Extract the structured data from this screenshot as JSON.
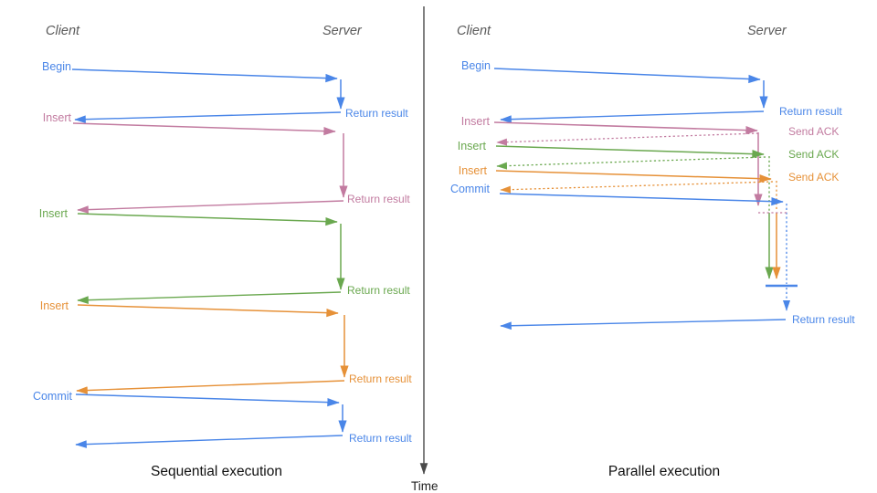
{
  "time_axis": {
    "label": "Time",
    "color": "#4a4a4a"
  },
  "accent_colors": {
    "blue": "#4a86e8",
    "pink": "#c27ba0",
    "green": "#6aa84f",
    "orange": "#e69138"
  },
  "left_panel": {
    "caption": "Sequential execution",
    "client_header": "Client",
    "server_header": "Server",
    "operations": [
      {
        "label": "Begin",
        "color": "#4a86e8",
        "response": "Return result"
      },
      {
        "label": "Insert",
        "color": "#c27ba0",
        "response": "Return result"
      },
      {
        "label": "Insert",
        "color": "#6aa84f",
        "response": "Return result"
      },
      {
        "label": "Insert",
        "color": "#e69138",
        "response": "Return result"
      },
      {
        "label": "Commit",
        "color": "#4a86e8",
        "response": "Return result"
      }
    ]
  },
  "right_panel": {
    "caption": "Parallel execution",
    "client_header": "Client",
    "server_header": "Server",
    "operations": [
      {
        "label": "Begin",
        "color": "#4a86e8",
        "response": "Return result"
      },
      {
        "label": "Insert",
        "color": "#c27ba0",
        "response": "Send ACK"
      },
      {
        "label": "Insert",
        "color": "#6aa84f",
        "response": "Send ACK"
      },
      {
        "label": "Insert",
        "color": "#e69138",
        "response": "Send ACK"
      },
      {
        "label": "Commit",
        "color": "#4a86e8",
        "response": "Return result"
      }
    ]
  }
}
